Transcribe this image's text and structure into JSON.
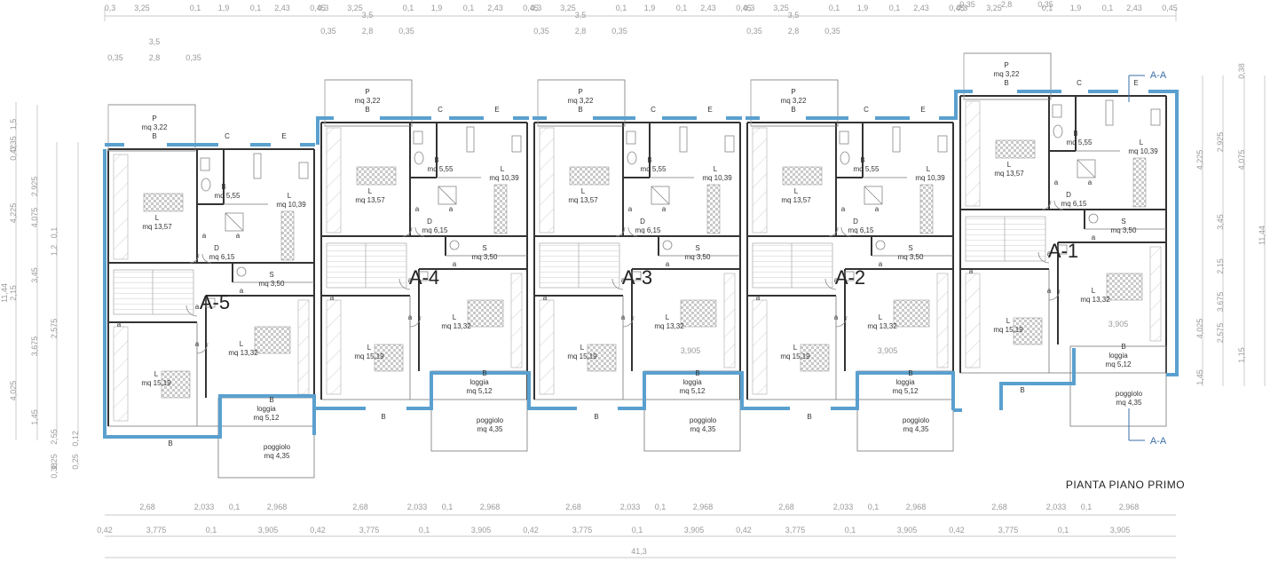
{
  "title": "PIANTA PIANO PRIMO",
  "section_marker": "A-A",
  "units": [
    {
      "id": "A-5"
    },
    {
      "id": "A-4"
    },
    {
      "id": "A-3"
    },
    {
      "id": "A-2"
    },
    {
      "id": "A-1"
    }
  ],
  "rooms": {
    "P": {
      "code": "P",
      "area": "mq  3,22"
    },
    "B_bath": {
      "code": "B",
      "area": "mq  5,55"
    },
    "L_kitchen": {
      "code": "L",
      "area": "mq  10,39"
    },
    "L_bed1": {
      "code": "L",
      "area": "mq  13,57"
    },
    "D": {
      "code": "D",
      "area": "mq  6,15"
    },
    "S": {
      "code": "S",
      "area": "mq  3,50"
    },
    "L_bed2": {
      "code": "L",
      "area": "mq  13,32"
    },
    "L_bed3": {
      "code": "L",
      "area": "mq  15,19"
    },
    "loggia": {
      "code": "loggia",
      "area": "mq 5,12"
    },
    "poggiolo": {
      "code": "poggiolo",
      "area": "mq 4,35"
    }
  },
  "openings": {
    "B": "B",
    "C": "C",
    "E": "E",
    "a": "a"
  },
  "dims_top": [
    "3,25",
    "1,9",
    "2,43"
  ],
  "dims_top_small": [
    "0,3",
    "0,1",
    "0,45"
  ],
  "dims_porch": [
    "3,5",
    "2,8",
    "0,35"
  ],
  "dims_bottom1": [
    "2,68",
    "2,033",
    "0,1",
    "2,968"
  ],
  "dims_bottom2": [
    "3,775",
    "0,1",
    "3,905",
    "0,42"
  ],
  "dims_bottom_extra": "3,905",
  "total_width": "41,3",
  "dims_left": [
    "1,5",
    "0,35",
    "0,42",
    "2,925",
    "4,225",
    "4,075",
    "0,1",
    "1,2",
    "3,45",
    "2,15",
    "11,44",
    "3,675",
    "2,575",
    "4,025",
    "1,45",
    "2,55",
    "0,12",
    "1,25",
    "0,38",
    "0,25"
  ],
  "dims_right": [
    "4,225",
    "2,925",
    "4,075",
    "3,45",
    "2,15",
    "11,44",
    "3,675",
    "2,575",
    "4,025",
    "1,45",
    "1,15",
    "0,38"
  ]
}
